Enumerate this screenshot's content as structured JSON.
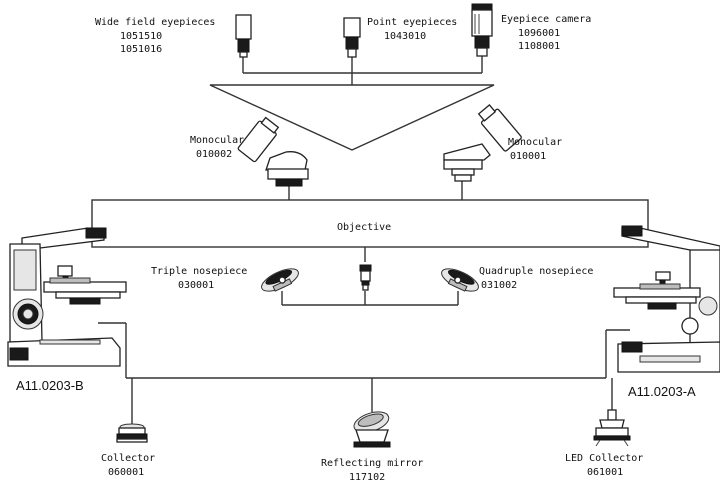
{
  "labels": {
    "wide_field_title": "Wide field eyepieces",
    "wide_field_code1": "1051510",
    "wide_field_code2": "1051016",
    "point_title": "Point eyepieces",
    "point_code": "1043010",
    "camera_title": "Eyepiece camera",
    "camera_code1": "1096001",
    "camera_code2": "1108001",
    "monocular_left_title": "Monocular",
    "monocular_left_code": "010002",
    "monocular_right_title": "Monocular",
    "monocular_right_code": "010001",
    "objective": "Objective",
    "triple_title": "Triple nosepiece",
    "triple_code": "030001",
    "quadruple_title": "Quadruple nosepiece",
    "quadruple_code": "031002",
    "model_left": "A11.0203-B",
    "model_right": "A11.0203-A",
    "collector_title": "Collector",
    "collector_code": "060001",
    "mirror_title": "Reflecting mirror",
    "mirror_code": "117102",
    "led_title": "LED Collector",
    "led_code": "061001"
  }
}
